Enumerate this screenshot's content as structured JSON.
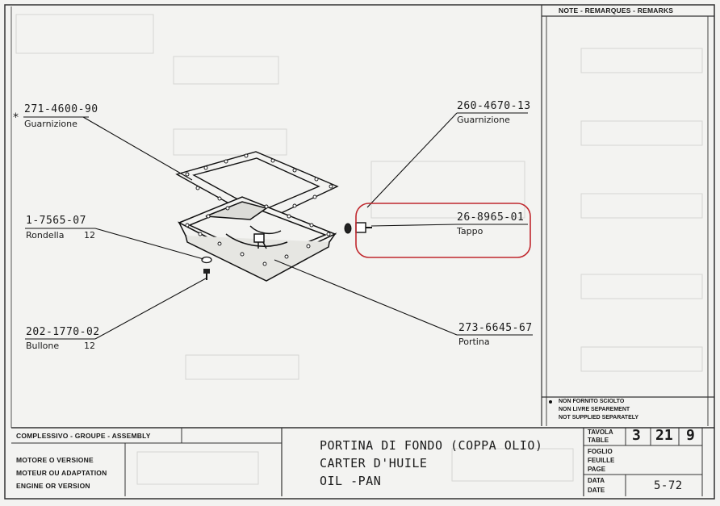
{
  "remarks_header": "NOTE - REMARQUES - REMARKS",
  "parts": [
    {
      "number": "271-4600-90",
      "name": "Guarnizione",
      "marker": "*"
    },
    {
      "number": "260-4670-13",
      "name": "Guarnizione"
    },
    {
      "number": "1-7565-07",
      "name": "Rondella",
      "qty": "12"
    },
    {
      "number": "26-8965-01",
      "name": "Tappo"
    },
    {
      "number": "202-1770-02",
      "name": "Bullone",
      "qty": "12"
    },
    {
      "number": "273-6645-67",
      "name": "Portina"
    }
  ],
  "legend": {
    "line1": "NON FORNITO SCIOLTO",
    "line2": "NON LIVRE SEPAREMENT",
    "line3": "NOT SUPPLIED SEPARATELY"
  },
  "title_block": {
    "assembly_label": "COMPLESSIVO - GROUPE - ASSEMBLY",
    "engine_label_1": "MOTORE O VERSIONE",
    "engine_label_2": "MOTEUR OU ADAPTATION",
    "engine_label_3": "ENGINE OR VERSION",
    "title_1": "PORTINA DI FONDO (COPPA OLIO)",
    "title_2": "CARTER D'HUILE",
    "title_3": "OIL -PAN",
    "table_label_1": "TAVOLA",
    "table_label_2": "TABLE",
    "table_val_1": "3",
    "table_val_2": "21",
    "table_val_3": "9",
    "page_label_1": "FOGLIO",
    "page_label_2": "FEUILLE",
    "page_label_3": "PAGE",
    "date_label_1": "DATA",
    "date_label_2": "DATE",
    "date_value": "5-72"
  },
  "colors": {
    "highlight": "#c0272d",
    "ink": "#1a1a1a",
    "paper": "#f3f3f1"
  }
}
